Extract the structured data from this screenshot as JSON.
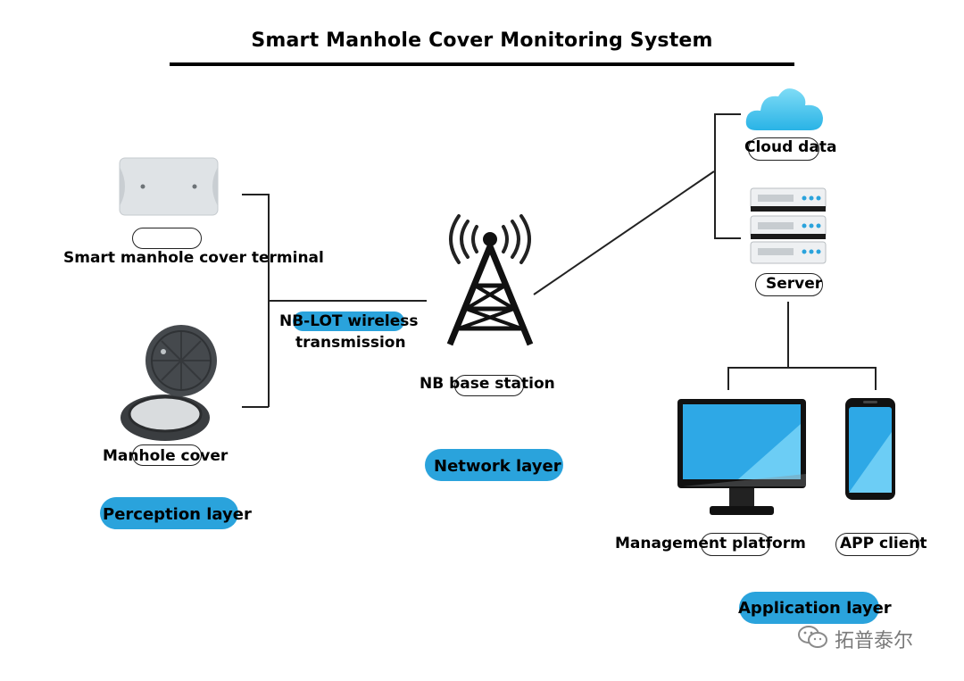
{
  "title": "Smart Manhole Cover Monitoring System",
  "perception": {
    "terminal_label": "Smart manhole cover terminal",
    "cover_label": "Manhole cover",
    "layer_label": "Perception layer"
  },
  "network": {
    "transmission_label_line1": "NB-LOT wireless",
    "transmission_label_line2": "transmission",
    "base_station_label": "NB base station",
    "layer_label": "Network layer"
  },
  "application": {
    "cloud_label": "Cloud data",
    "server_label": "Server",
    "platform_label": "Management platform",
    "app_label": "APP client",
    "layer_label": "Application layer"
  },
  "watermark": "拓普泰尔",
  "colors": {
    "accent_blue": "#2aa3dc",
    "screen_blue": "#2ea8e6",
    "device_black": "#111111"
  }
}
